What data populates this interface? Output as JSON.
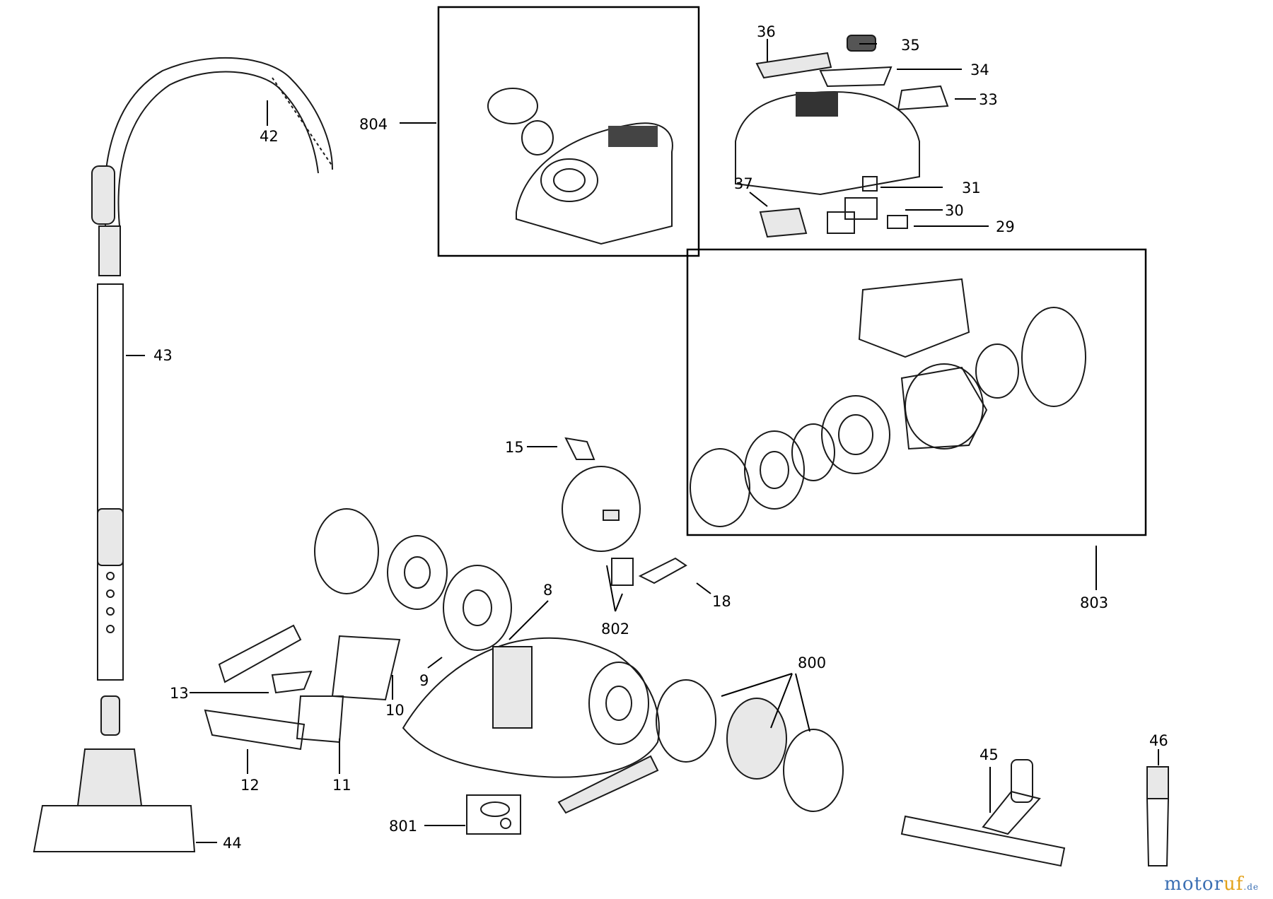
{
  "labels": {
    "p29": "29",
    "p30": "30",
    "p31": "31",
    "p33": "33",
    "p34": "34",
    "p35": "35",
    "p36": "36",
    "p37": "37",
    "p42": "42",
    "p43": "43",
    "p44": "44",
    "p45": "45",
    "p46": "46",
    "p8": "8",
    "p9": "9",
    "p10": "10",
    "p11": "11",
    "p12": "12",
    "p13": "13",
    "p15": "15",
    "p18": "18",
    "p800": "800",
    "p801": "801",
    "p802": "802",
    "p803": "803",
    "p804": "804"
  },
  "logo": {
    "brand_blue": "motor",
    "brand_orange": "uf",
    "tld": ".de"
  }
}
